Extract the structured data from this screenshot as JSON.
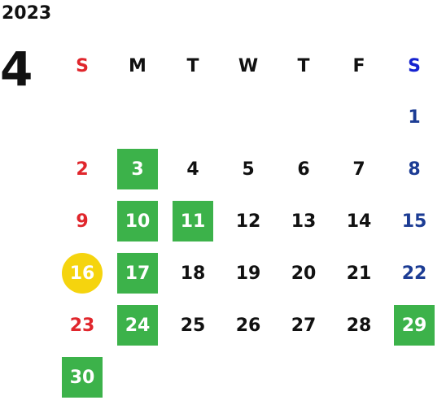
{
  "year": "2023",
  "month": "4",
  "weekdays": [
    "S",
    "M",
    "T",
    "W",
    "T",
    "F",
    "S"
  ],
  "weeks": [
    [
      "",
      "",
      "",
      "",
      "",
      "",
      "1"
    ],
    [
      "2",
      "3",
      "4",
      "5",
      "6",
      "7",
      "8"
    ],
    [
      "9",
      "10",
      "11",
      "12",
      "13",
      "14",
      "15"
    ],
    [
      "16",
      "17",
      "18",
      "19",
      "20",
      "21",
      "22"
    ],
    [
      "23",
      "24",
      "25",
      "26",
      "27",
      "28",
      "29"
    ],
    [
      "30",
      "",
      "",
      "",
      "",
      "",
      ""
    ]
  ],
  "highlighted_days": [
    "3",
    "10",
    "11",
    "17",
    "24",
    "29",
    "30"
  ],
  "today": "16",
  "colors": {
    "highlight": "#3cb24a",
    "today": "#f5d40e",
    "sunday": "#e0262c",
    "saturday": "#1c3c94",
    "saturday_header": "#1522d0"
  }
}
